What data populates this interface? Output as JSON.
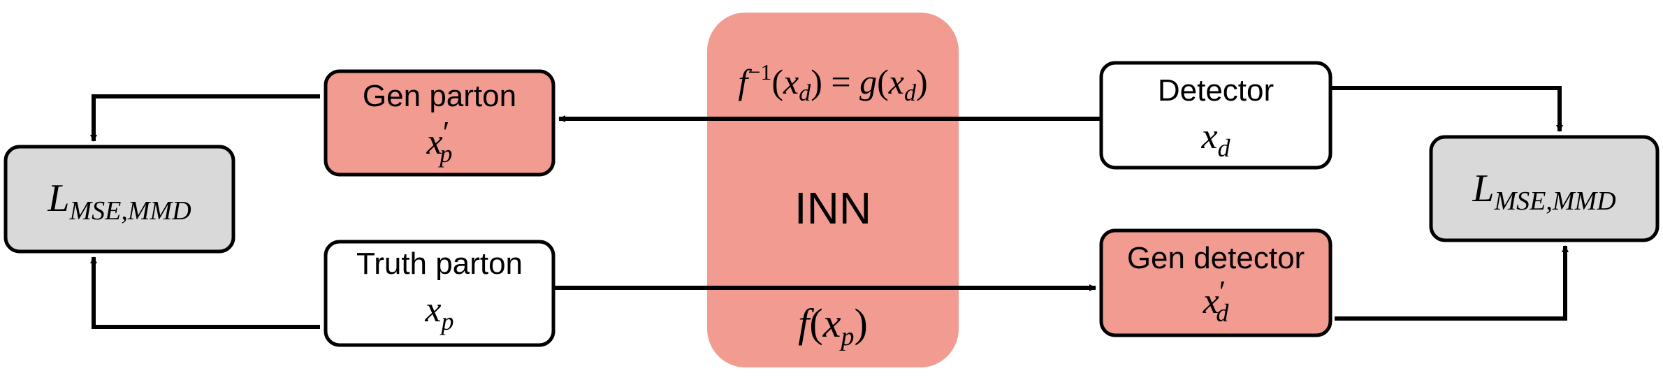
{
  "colors": {
    "salmon": "#f29b91",
    "gray": "#d9d9d9",
    "white": "#ffffff",
    "stroke": "#000000"
  },
  "inn": {
    "label": "INN",
    "inverse_f": "f",
    "inverse_exp": "−1",
    "inverse_open": "(",
    "inverse_x": "x",
    "inverse_sub": "d",
    "inverse_mid": ") = ",
    "inverse_g": "g",
    "inverse_open2": "(",
    "inverse_x2": "x",
    "inverse_sub2": "d",
    "inverse_close": ")",
    "forward_f": "f",
    "forward_open": "(",
    "forward_x": "x",
    "forward_sub": "p",
    "forward_close": ")"
  },
  "gen_parton": {
    "label": "Gen parton",
    "var": "x",
    "prime": "′",
    "sub": "p"
  },
  "truth_parton": {
    "label": "Truth parton",
    "var": "x",
    "sub": "p"
  },
  "detector": {
    "label": "Detector",
    "var": "x",
    "sub": "d"
  },
  "gen_detector": {
    "label": "Gen detector",
    "var": "x",
    "prime": "′",
    "sub": "d"
  },
  "loss_left": {
    "var": "L",
    "sub": "MSE,MMD"
  },
  "loss_right": {
    "var": "L",
    "sub": "MSE,MMD"
  }
}
